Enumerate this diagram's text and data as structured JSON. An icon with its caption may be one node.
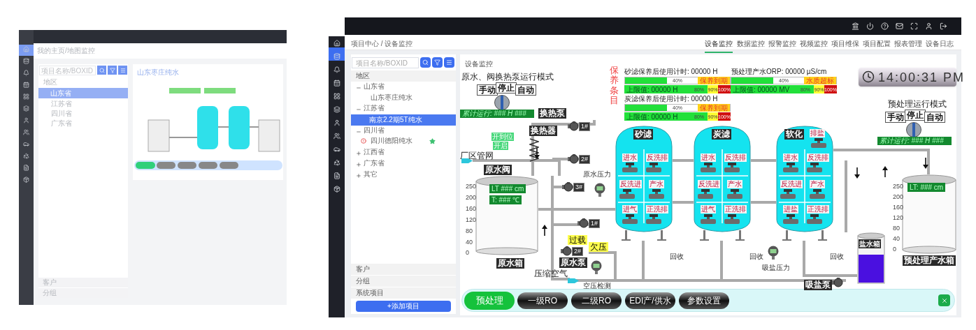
{
  "diagram": {
    "nodes": [
      {
        "text": [
          "LT ### cm",
          "T: ### ℃",
          "原水箱"
        ]
      },
      {
        "text": [
          "砂滤",
          "进水",
          "反洗排",
          "反洗进",
          "产水",
          "进气",
          "正洗排"
        ]
      },
      {
        "text": [
          "炭滤",
          "进水",
          "反洗排",
          "反洗进",
          "产水",
          "进气",
          "正洗排"
        ]
      },
      {
        "text": [
          "软化",
          "排盐",
          "进水",
          "反洗排",
          "反洗进",
          "产水",
          "进盐",
          "正洗排"
        ]
      },
      {
        "text": [
          "盐水箱"
        ]
      },
      {
        "text": [
          "LT: ### cm",
          "预处理产水箱"
        ]
      }
    ],
    "edges": [
      {
        "from": 0,
        "to": 1,
        "arrow": "none"
      },
      {
        "from": 1,
        "to": 2,
        "arrow": "none"
      },
      {
        "from": 2,
        "to": 3,
        "arrow": "none"
      },
      {
        "from": 3,
        "to": 5,
        "arrow": "none"
      },
      {
        "from": 4,
        "to": 3,
        "arrow": "none"
      },
      {
        "from": 1,
        "to": 2,
        "arrow": "none"
      },
      {
        "from": 2,
        "to": 3,
        "arrow": "none"
      }
    ],
    "labels": [
      "我的主页/地图监控",
      "项目名称/BOXID",
      "地区",
      "山东省",
      "江苏省",
      "四川省",
      "广东省",
      "客户",
      "分组",
      "山东枣庄纯水",
      "项目中心 / 设备监控",
      "设备监控",
      "数据监控",
      "报警监控",
      "视频监控",
      "项目维保",
      "项目配置",
      "报表管理",
      "设备日志",
      "项目名称/BOXID",
      "地区",
      "山东省",
      "山东枣庄纯水",
      "江苏省",
      "南京2.2期5T纯水",
      "四川省",
      "四川德阳纯水",
      "江西省",
      "广东省",
      "其它",
      "客户",
      "分组",
      "系统项目",
      "+添加项目",
      "设备监控",
      "原水、阀换热泵运行模式",
      "手动",
      "停止",
      "自动",
      "累计运行: ### H ###",
      "换热泵",
      "换热器",
      "开到位",
      "开启",
      "厂区管网",
      "原水阀",
      "250",
      "200",
      "160",
      "120",
      "80",
      "40",
      "0",
      "1#",
      "2#",
      "3#",
      "1#",
      "2#",
      "原水压力",
      "过载",
      "欠压",
      "原水泵",
      "压缩空气",
      "空压检测",
      "保养条目",
      "砂滤保养后使用计时: 00000 H",
      "40%",
      "保养到期",
      "上限值: 00000 H",
      "80%",
      "90%",
      "100%",
      "炭滤保养后使用计时: 00000 H",
      "40%",
      "保养到期",
      "上限值: 00000 H",
      "80%",
      "90%",
      "100%",
      "预处理产水ORP: 00000 µS/cm",
      "40%",
      "水质超标",
      "上限值: 00000 MV",
      "80%",
      "90%",
      "100%",
      "14:00:31 PM",
      "预处理运行模式",
      "手动",
      "停止",
      "自动",
      "累计运行: ### H ###",
      "回收",
      "回收",
      "回收",
      "吸盐压力",
      "吸盐泵",
      "250",
      "200",
      "160",
      "120",
      "80",
      "40",
      "0",
      "预处理",
      "一级RO",
      "二级RO",
      "EDI产/供水",
      "参数设置"
    ]
  }
}
